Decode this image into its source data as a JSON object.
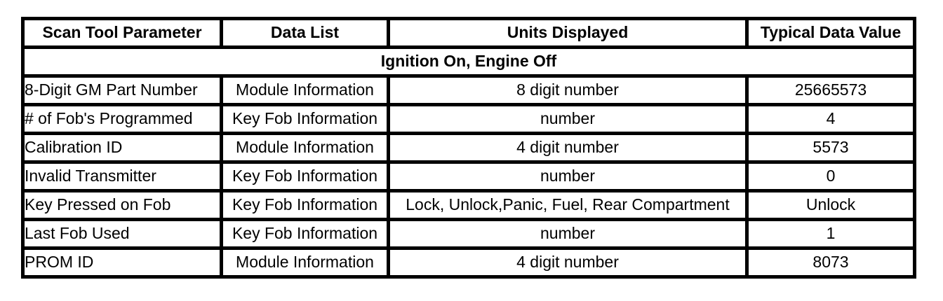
{
  "table": {
    "headers": {
      "parameter": "Scan Tool Parameter",
      "data_list": "Data List",
      "units": "Units Displayed",
      "value": "Typical Data Value"
    },
    "section_title": "Ignition On, Engine Off",
    "rows": [
      {
        "parameter": "8-Digit GM Part Number",
        "data_list": "Module Information",
        "units": "8 digit number",
        "value": "25665573"
      },
      {
        "parameter": "# of Fob's Programmed",
        "data_list": "Key Fob Information",
        "units": "number",
        "value": "4"
      },
      {
        "parameter": "Calibration ID",
        "data_list": "Module Information",
        "units": "4 digit number",
        "value": "5573"
      },
      {
        "parameter": "Invalid Transmitter",
        "data_list": "Key Fob Information",
        "units": "number",
        "value": "0"
      },
      {
        "parameter": "Key Pressed on Fob",
        "data_list": "Key Fob Information",
        "units": "Lock, Unlock,Panic, Fuel, Rear Compartment",
        "value": "Unlock"
      },
      {
        "parameter": "Last Fob Used",
        "data_list": "Key Fob Information",
        "units": "number",
        "value": "1"
      },
      {
        "parameter": "PROM ID",
        "data_list": "Module Information",
        "units": "4 digit number",
        "value": "8073"
      }
    ],
    "colors": {
      "border": "#000000",
      "background": "#ffffff",
      "text": "#000000"
    }
  }
}
